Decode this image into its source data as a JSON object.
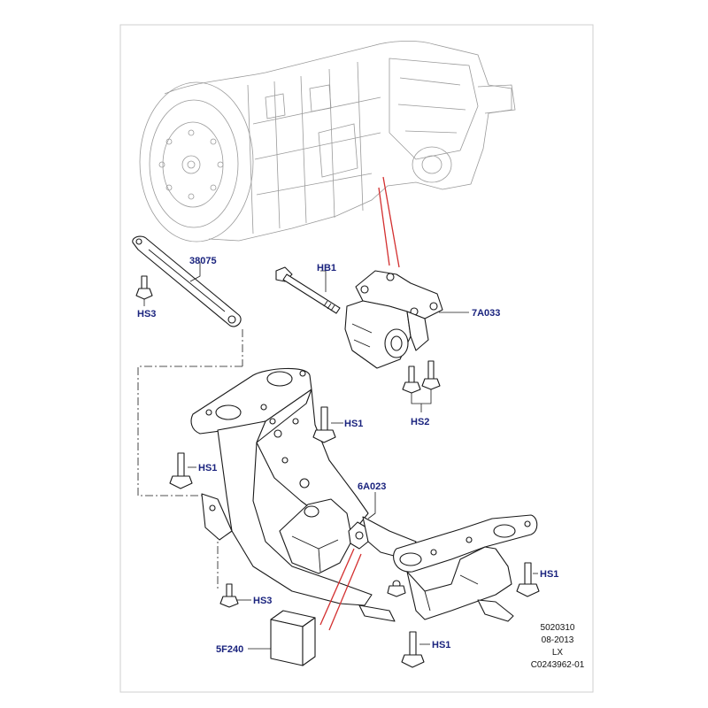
{
  "diagram": {
    "callouts": {
      "strut": "38075",
      "bolt_hb1": "HB1",
      "mount": "7A033",
      "hs3_top": "HS3",
      "hs2": "HS2",
      "hs1_upper_right": "HS1",
      "hs1_left": "HS1",
      "crossmember": "6A023",
      "hs1_right": "HS1",
      "hs3_bottom": "HS3",
      "hs1_bottom": "HS1",
      "block": "5F240"
    },
    "info": {
      "line1": "5020310",
      "line2": "08-2013",
      "line3": "LX",
      "line4": "C0243962-01"
    }
  }
}
